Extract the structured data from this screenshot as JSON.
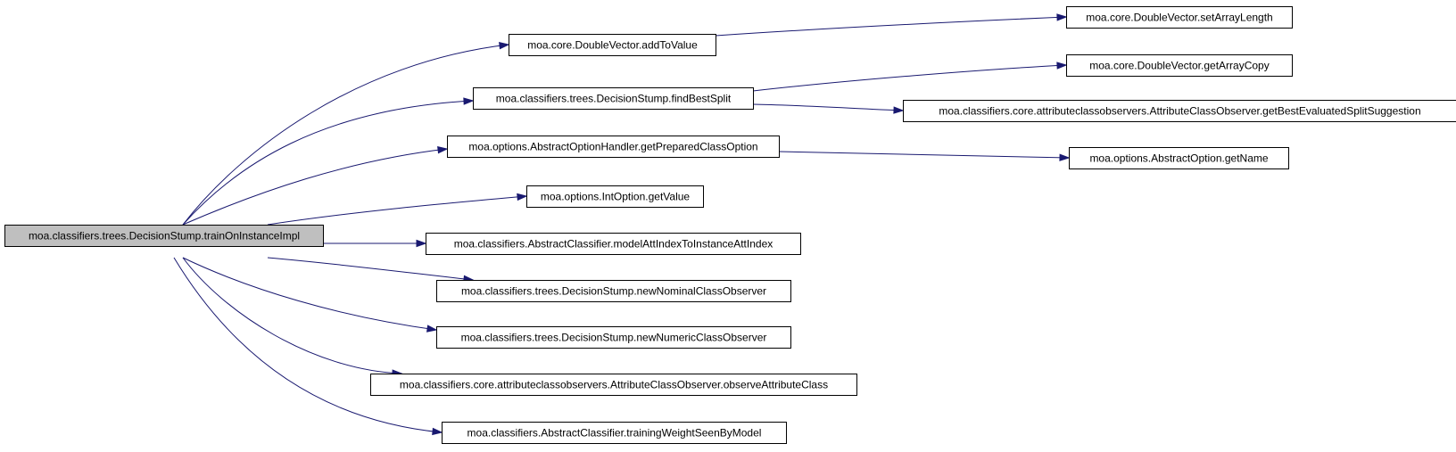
{
  "colors": {
    "edge": "#191970",
    "root_fill": "#bfbfbf",
    "node_fill": "#ffffff",
    "node_border": "#000000"
  },
  "nodes": [
    {
      "id": "root",
      "label": "moa.classifiers.trees.DecisionStump.trainOnInstanceImpl"
    },
    {
      "id": "addToValue",
      "label": "moa.core.DoubleVector.addToValue"
    },
    {
      "id": "findBestSplit",
      "label": "moa.classifiers.trees.DecisionStump.findBestSplit"
    },
    {
      "id": "getPreparedClassOption",
      "label": "moa.options.AbstractOptionHandler.getPreparedClassOption"
    },
    {
      "id": "intGetValue",
      "label": "moa.options.IntOption.getValue"
    },
    {
      "id": "modelAttIndex",
      "label": "moa.classifiers.AbstractClassifier.modelAttIndexToInstanceAttIndex"
    },
    {
      "id": "newNominal",
      "label": "moa.classifiers.trees.DecisionStump.newNominalClassObserver"
    },
    {
      "id": "newNumeric",
      "label": "moa.classifiers.trees.DecisionStump.newNumericClassObserver"
    },
    {
      "id": "observeAttr",
      "label": "moa.classifiers.core.attributeclassobservers.AttributeClassObserver.observeAttributeClass"
    },
    {
      "id": "trainingWeight",
      "label": "moa.classifiers.AbstractClassifier.trainingWeightSeenByModel"
    },
    {
      "id": "setArrayLength",
      "label": "moa.core.DoubleVector.setArrayLength"
    },
    {
      "id": "getArrayCopy",
      "label": "moa.core.DoubleVector.getArrayCopy"
    },
    {
      "id": "getBestSplit",
      "label": "moa.classifiers.core.attributeclassobservers.AttributeClassObserver.getBestEvaluatedSplitSuggestion"
    },
    {
      "id": "getName",
      "label": "moa.options.AbstractOption.getName"
    }
  ],
  "edges": [
    {
      "from": "root",
      "to": "addToValue"
    },
    {
      "from": "root",
      "to": "findBestSplit"
    },
    {
      "from": "root",
      "to": "getPreparedClassOption"
    },
    {
      "from": "root",
      "to": "intGetValue"
    },
    {
      "from": "root",
      "to": "modelAttIndex"
    },
    {
      "from": "root",
      "to": "newNominal"
    },
    {
      "from": "root",
      "to": "newNumeric"
    },
    {
      "from": "root",
      "to": "observeAttr"
    },
    {
      "from": "root",
      "to": "trainingWeight"
    },
    {
      "from": "addToValue",
      "to": "setArrayLength"
    },
    {
      "from": "findBestSplit",
      "to": "getArrayCopy"
    },
    {
      "from": "findBestSplit",
      "to": "getBestSplit"
    },
    {
      "from": "getPreparedClassOption",
      "to": "getName"
    }
  ]
}
